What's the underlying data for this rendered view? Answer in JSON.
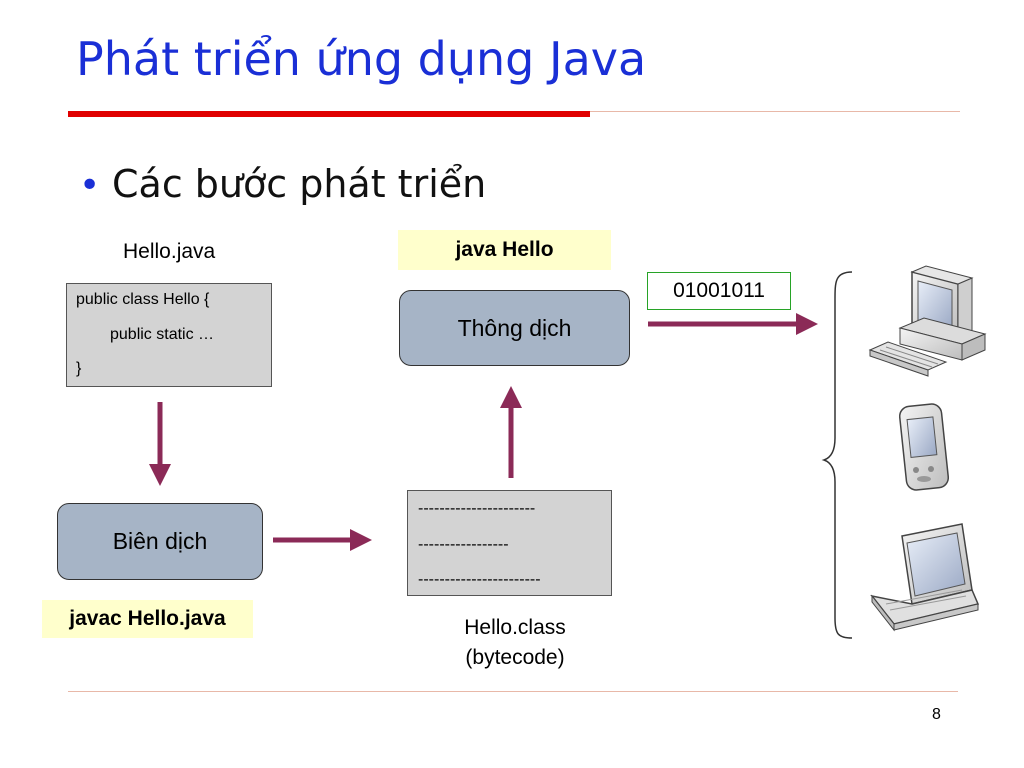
{
  "slide": {
    "title": "Phát triển ứng dụng Java",
    "bullet": "Các bước phát triển",
    "page_number": "8"
  },
  "source": {
    "filename": "Hello.java",
    "code_lines": [
      "public class Hello {",
      "public static …",
      "}"
    ]
  },
  "compile": {
    "label": "Biên dịch",
    "command": "javac Hello.java"
  },
  "bytecode": {
    "lines": [
      "----------------------",
      "-----------------",
      "-----------------------"
    ],
    "caption_line1": "Hello.class",
    "caption_line2": "(bytecode)"
  },
  "interpret": {
    "label": "Thông dịch",
    "command": "java Hello"
  },
  "machine_code": "01001011",
  "devices": [
    "desktop-computer-icon",
    "pda-icon",
    "laptop-icon"
  ],
  "colors": {
    "title": "#1a2fd6",
    "accent_rule": "#e00000",
    "arrow": "#8b2a57",
    "process_box": "#a6b4c6",
    "command_bg": "#ffffcc",
    "binary_border": "#27a327"
  }
}
